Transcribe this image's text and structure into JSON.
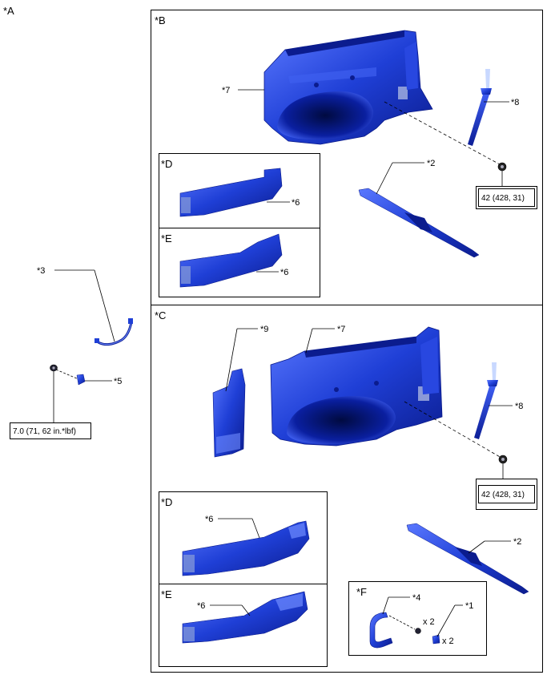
{
  "labels": {
    "A": "*A",
    "B": "*B",
    "C": "*C",
    "D": "*D",
    "E": "*E",
    "F": "*F",
    "p1": "*1",
    "p2": "*2",
    "p3": "*3",
    "p4": "*4",
    "p5": "*5",
    "p6": "*6",
    "p7": "*7",
    "p8": "*8",
    "p9": "*9"
  },
  "torque": {
    "nut_b": "42 (428, 31)",
    "nut_c": "42 (428, 31)",
    "bolt_a": "7.0 (71, 62 in.*lbf)"
  },
  "quantity": {
    "x2": "x 2"
  },
  "colors": {
    "part_fill": "#1f3fd6",
    "part_dark": "#0a1a8a",
    "part_light": "#6f8cff",
    "outline": "#000000"
  }
}
